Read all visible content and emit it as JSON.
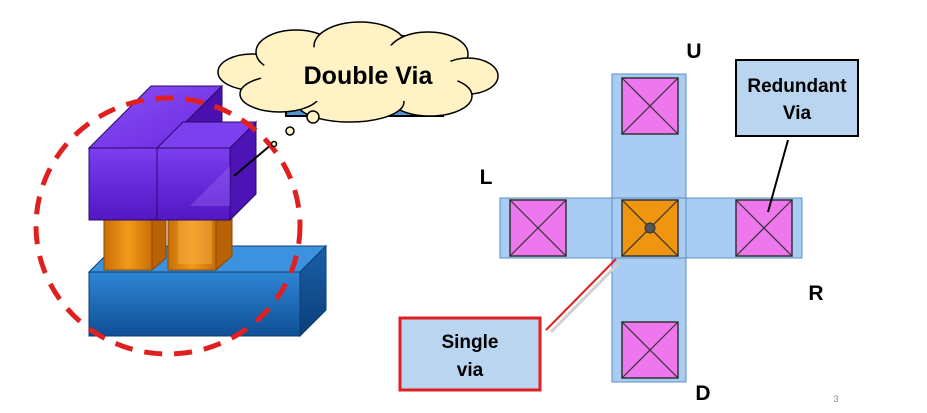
{
  "callout_double_via": "Double Via",
  "label_redundant_via": [
    "Redundant",
    "Via"
  ],
  "label_single_via": [
    "Single",
    "via"
  ],
  "direction_up": "U",
  "direction_down": "D",
  "direction_left": "L",
  "direction_right": "R",
  "page_number": "3",
  "colors": {
    "metal_track": "#a9cdf2",
    "via_redundant": "#ee77ee",
    "via_single": "#f0950f",
    "via_block": "#e08a10",
    "upper_metal": "#6a1fd9",
    "lower_metal": "#1464b8",
    "label_box": "#b9d5ef",
    "circle_highlight": "#e02020",
    "single_via_border": "#e02020"
  }
}
